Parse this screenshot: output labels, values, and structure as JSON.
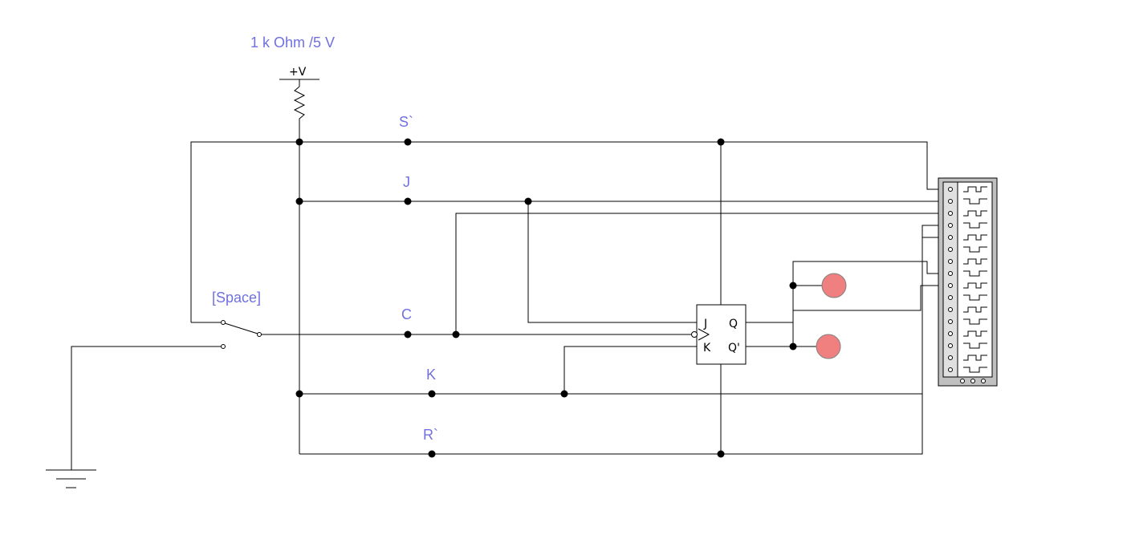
{
  "resistor_label": "1 k Ohm /5 V",
  "supply_label": "+V",
  "switch_key_label": "[Space]",
  "net_labels": {
    "set_bar": "S`",
    "j": "J",
    "clock": "C",
    "k": "K",
    "reset_bar": "R`"
  },
  "flipflop": {
    "pin_j": "J",
    "pin_k": "K",
    "pin_q": "Q",
    "pin_q_bar": "Q'"
  },
  "colors": {
    "net_label": "#7070e0",
    "wire": "#000000",
    "probe": "#f08080",
    "analyzer_body": "#c0c0c0"
  },
  "logic_analyzer": {
    "channels": 16
  },
  "probes": [
    "probe-q",
    "probe-q-bar"
  ]
}
